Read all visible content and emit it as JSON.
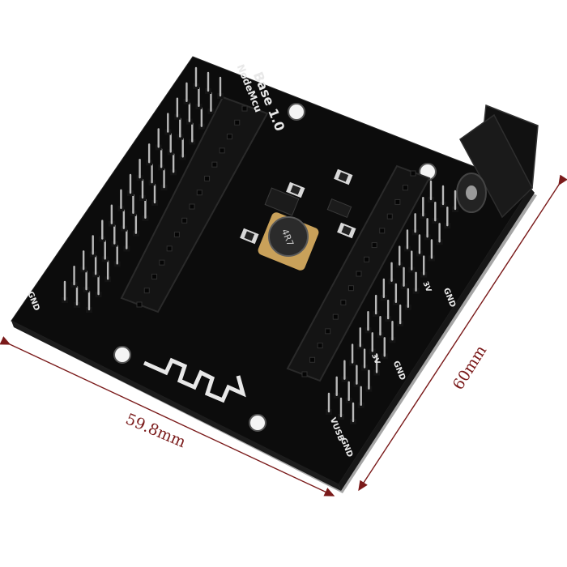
{
  "product": {
    "board_name_line1": "NodeMcu",
    "board_name_line2": "Base 1.0",
    "inductor_marking": "4R7"
  },
  "dimensions": {
    "width_label": "59.8mm",
    "height_label": "60mm",
    "line_color": "#7a1a1a"
  },
  "pin_labels": {
    "left_gnd": "GND",
    "vusb": "VUSB",
    "bottom_gnd": "GND",
    "mid_gnd": "GND",
    "right_gnd": "GND",
    "mid_3v": "3V",
    "right_3v": "3V"
  },
  "colors": {
    "pcb": "#0c0c0c",
    "header": "#141414",
    "pin": "#b9b9b9",
    "silkscreen": "#e8e8e8"
  }
}
